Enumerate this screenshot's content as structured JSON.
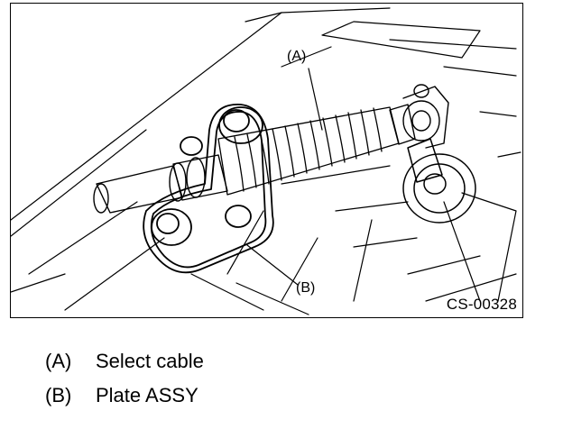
{
  "figure": {
    "code": "CS-00328",
    "callouts": [
      {
        "id": "A",
        "label": "(A)"
      },
      {
        "id": "B",
        "label": "(B)"
      }
    ]
  },
  "legend": [
    {
      "key": "(A)",
      "text": "Select cable"
    },
    {
      "key": "(B)",
      "text": "Plate ASSY"
    }
  ]
}
